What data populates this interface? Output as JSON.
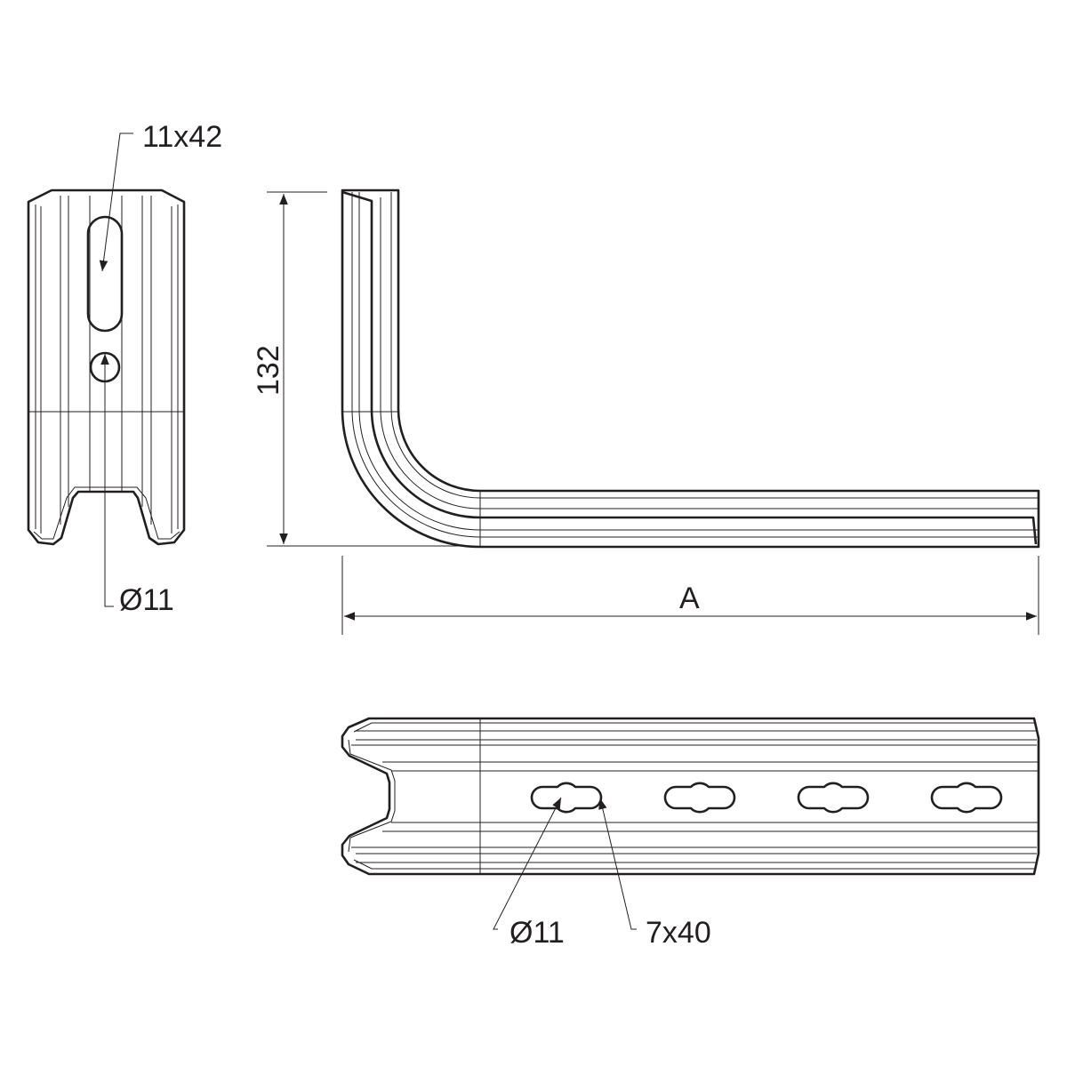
{
  "drawing": {
    "end_view": {
      "slot_label": "11x42",
      "hole_label": "Ø11"
    },
    "side_view": {
      "height_label": "132",
      "length_label": "A"
    },
    "top_view": {
      "hole_label": "Ø11",
      "slot_label": "7x40",
      "slot_count": 4
    }
  },
  "colors": {
    "line": "#231f20",
    "background": "#ffffff"
  }
}
